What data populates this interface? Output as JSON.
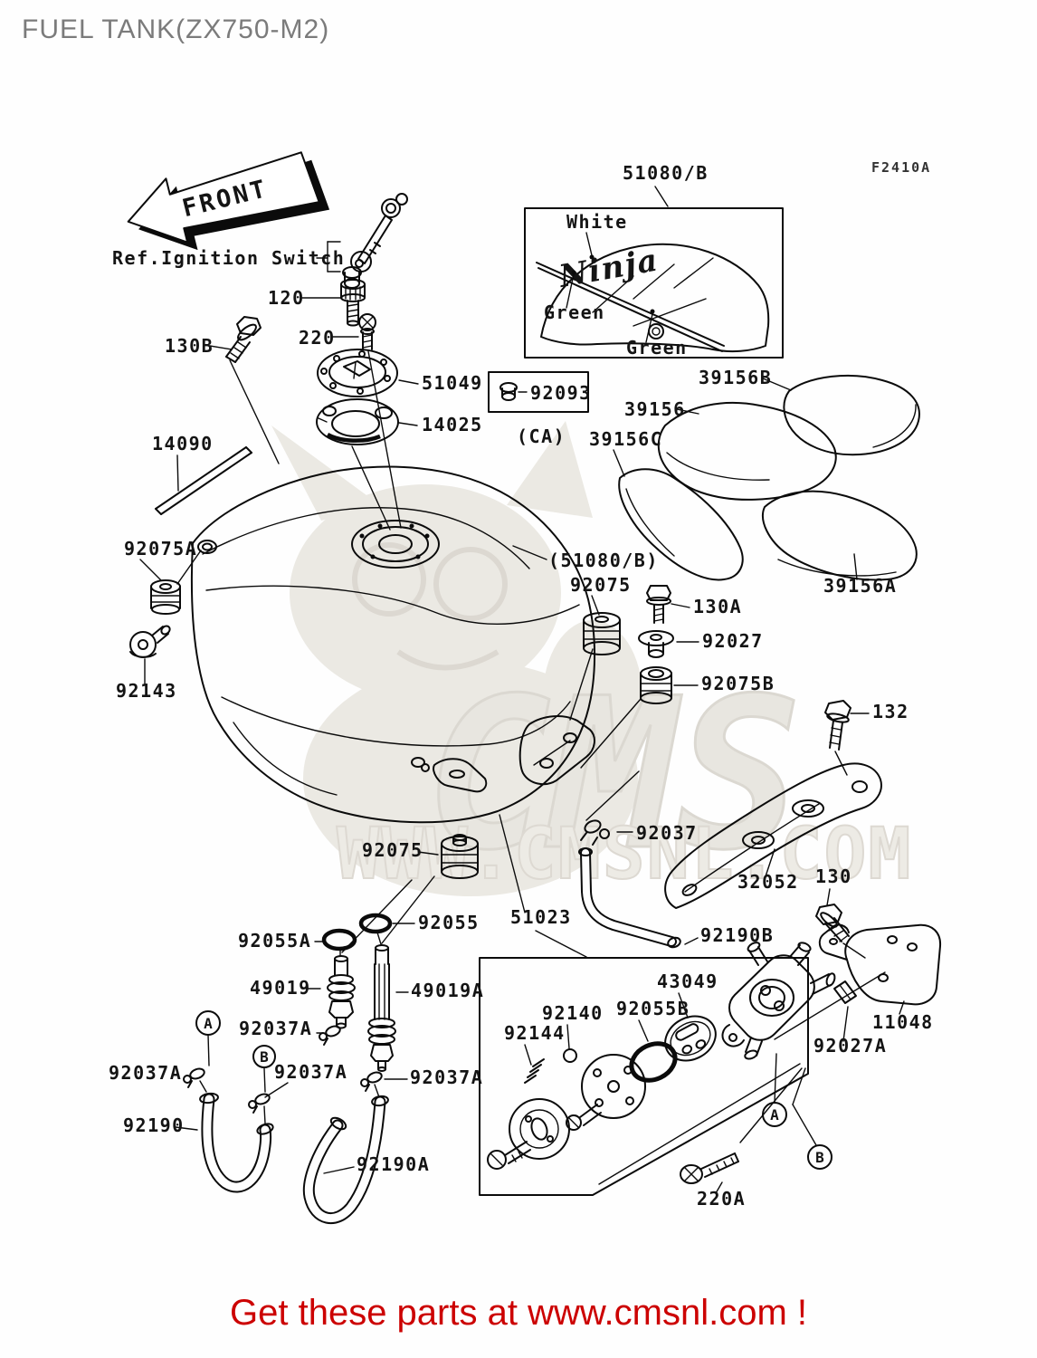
{
  "page": {
    "title": "FUEL TANK(ZX750-M2)",
    "figure_code": "F2410A",
    "footer_link": "Get these parts at www.cmsnl.com !"
  },
  "watermark": {
    "brand": "CMS",
    "url": "WWW.CMSNL.COM"
  },
  "front_arrow": {
    "label": "FRONT"
  },
  "notes": {
    "ref_ignition": "Ref.Ignition Switch",
    "ca": "(CA)"
  },
  "decal_box": {
    "part": "51080/B",
    "logo": "Ninja",
    "color_top": "White",
    "color_left": "Green",
    "color_bottom": "Green"
  },
  "markers": {
    "left_a": "A",
    "left_b": "B",
    "right_a": "A",
    "right_b": "B"
  },
  "parts": {
    "p120": "120",
    "p220": "220",
    "p130b": "130B",
    "p51049": "51049",
    "p14025": "14025",
    "p14090": "14090",
    "p92093": "92093",
    "p51080b": "51080/B",
    "p51080b_ref": "(51080/B)",
    "p39156": "39156",
    "p39156a": "39156A",
    "p39156b": "39156B",
    "p39156c": "39156C",
    "p92075_a": "92075",
    "p92075_b": "92075",
    "p92075a": "92075A",
    "p92075b": "92075B",
    "p92143": "92143",
    "p130a": "130A",
    "p92027": "92027",
    "p132": "132",
    "p92037": "92037",
    "p32052": "32052",
    "p130": "130",
    "p92190b": "92190B",
    "p92055": "92055",
    "p92055a": "92055A",
    "p51023": "51023",
    "p49019": "49019",
    "p49019a": "49019A",
    "p92037a_1": "92037A",
    "p92037a_2": "92037A",
    "p92037a_3": "92037A",
    "p92037a_4": "92037A",
    "p92190": "92190",
    "p92190a": "92190A",
    "p43049": "43049",
    "p92055b": "92055B",
    "p92140": "92140",
    "p92144": "92144",
    "p11048": "11048",
    "p92027a": "92027A",
    "p220a": "220A"
  },
  "colors": {
    "line": "#0b0b0b",
    "title_gray": "#7b7b7b",
    "footer_red": "#cc0000",
    "watermark_light": "#ebe9e3"
  }
}
